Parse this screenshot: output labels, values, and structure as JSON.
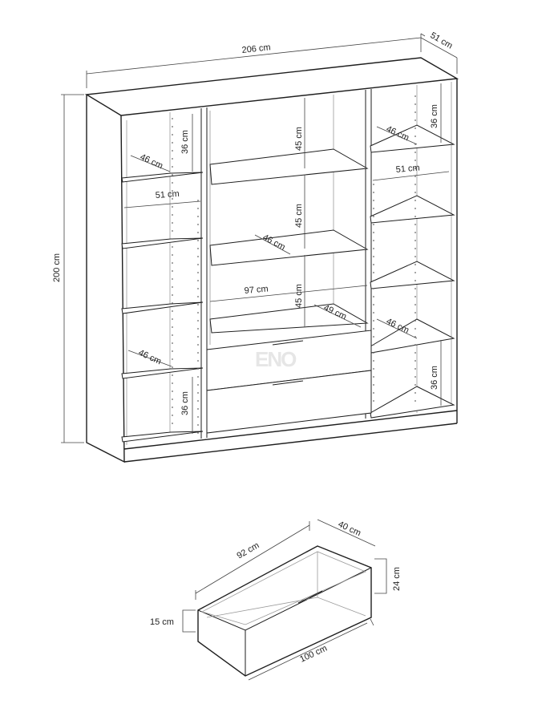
{
  "wardrobe": {
    "width_label": "206 cm",
    "depth_label": "51 cm",
    "height_label": "200 cm",
    "left_compartment": {
      "top_height": "36 cm",
      "shelf_depth_top": "46 cm",
      "inner_width": "51 cm",
      "shelf_depth_bottom": "46 cm",
      "bottom_height": "36 cm"
    },
    "center_compartment": {
      "height_top": "45 cm",
      "height_middle": "45 cm",
      "height_bottom": "45 cm",
      "shelf_depth": "46 cm",
      "inner_width": "97 cm",
      "drawer_depth": "49 cm"
    },
    "right_compartment": {
      "top_height": "36 cm",
      "shelf_depth_top": "46 cm",
      "inner_width": "51 cm",
      "shelf_depth_bottom": "46 cm",
      "bottom_height": "36 cm"
    },
    "watermark": "ENO"
  },
  "drawer": {
    "length_label": "92 cm",
    "depth_label": "40 cm",
    "height_label": "24 cm",
    "front_height_label": "15 cm",
    "front_width_label": "100 cm"
  },
  "colors": {
    "line": "#1e1e1e",
    "dimension": "#444444",
    "background": "#ffffff"
  }
}
